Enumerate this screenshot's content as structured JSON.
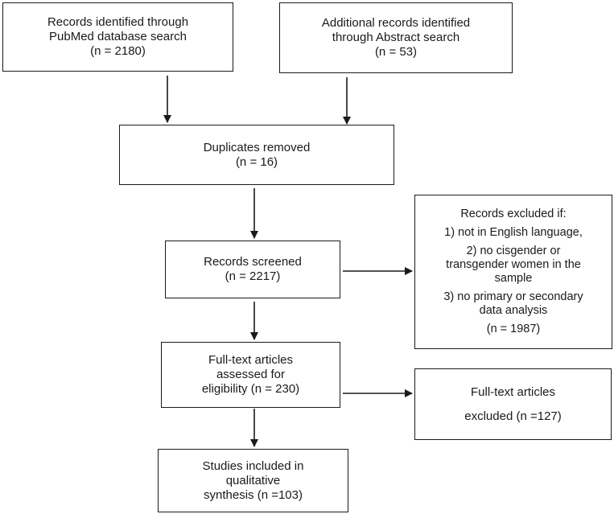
{
  "nodes": {
    "pubmed": {
      "lines": [
        "Records identified through",
        "PubMed database search",
        "(n = 2180)"
      ]
    },
    "abstract": {
      "lines": [
        "Additional records identified",
        "through Abstract search",
        "(n = 53)"
      ]
    },
    "duplicates": {
      "lines": [
        "Duplicates removed",
        "(n = 16)"
      ]
    },
    "screened": {
      "lines": [
        "Records screened",
        "(n = 2217)"
      ]
    },
    "excluded_records": {
      "heading": "Records excluded if:",
      "criterion_1": "1) not in English language,",
      "criterion_2_lines": [
        "2) no cisgender or",
        "transgender women in the",
        "sample"
      ],
      "criterion_3_lines": [
        "3) no primary or secondary",
        "data analysis"
      ],
      "count": "(n = 1987)"
    },
    "fulltext": {
      "lines": [
        "Full-text articles",
        "assessed for",
        "eligibility (n = 230)"
      ]
    },
    "fulltext_excluded": {
      "line1": "Full-text articles",
      "line2": "excluded (n =127)"
    },
    "included": {
      "lines": [
        "Studies included in",
        "qualitative",
        "synthesis (n =103)"
      ]
    }
  },
  "colors": {
    "stroke": "#1a1a1a",
    "background": "#ffffff"
  }
}
